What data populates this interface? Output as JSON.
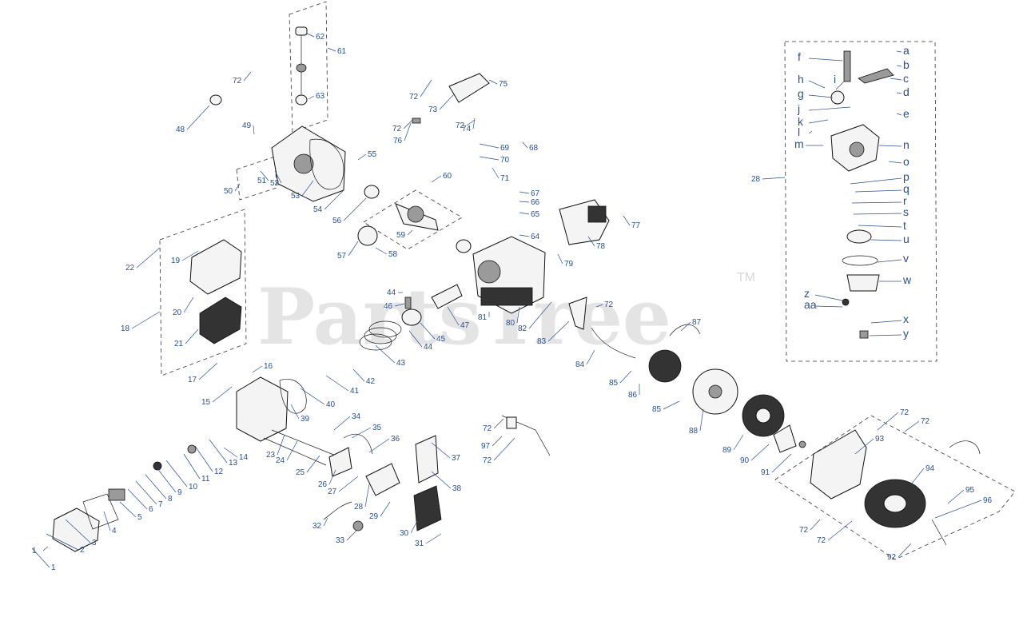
{
  "watermark": {
    "text": "PartsTree",
    "trademark": "TM"
  },
  "callouts": {
    "n1": "1",
    "n2": "2",
    "n3": "3",
    "n4": "4",
    "n5": "5",
    "n6": "6",
    "n7": "7",
    "n8": "8",
    "n9": "9",
    "n10": "10",
    "n11": "11",
    "n12": "12",
    "n13": "13",
    "n14": "14",
    "n15": "15",
    "n16": "16",
    "n17": "17",
    "n18": "18",
    "n19": "19",
    "n20": "20",
    "n21": "21",
    "n22": "22",
    "n23": "23",
    "n24": "24",
    "n25": "25",
    "n26": "26",
    "n27": "27",
    "n28": "28",
    "n29": "29",
    "n30": "30",
    "n31": "31",
    "n32": "32",
    "n33": "33",
    "n34": "34",
    "n35": "35",
    "n36": "36",
    "n37": "37",
    "n38": "38",
    "n39": "39",
    "n40": "40",
    "n41": "41",
    "n42": "42",
    "n43": "43",
    "n44": "44",
    "n45": "45",
    "n46": "46",
    "n47": "47",
    "n48": "48",
    "n49": "49",
    "n50": "50",
    "n51": "51",
    "n52": "52",
    "n53": "53",
    "n54": "54",
    "n55": "55",
    "n56": "56",
    "n57": "57",
    "n58": "58",
    "n59": "59",
    "n60": "60",
    "n61": "61",
    "n62": "62",
    "n63": "63",
    "n64": "64",
    "n65": "65",
    "n66": "66",
    "n67": "67",
    "n68": "68",
    "n69": "69",
    "n70": "70",
    "n71": "71",
    "n72": "72",
    "n73": "73",
    "n74": "74",
    "n75": "75",
    "n76": "76",
    "n77": "77",
    "n78": "78",
    "n79": "79",
    "n80": "80",
    "n81": "81",
    "n82": "82",
    "n83": "83",
    "n84": "84",
    "n85": "85",
    "n86": "86",
    "n87": "87",
    "n88": "88",
    "n89": "89",
    "n90": "90",
    "n91": "91",
    "n92": "92",
    "n93": "93",
    "n94": "94",
    "n95": "95",
    "n96": "96",
    "n97": "97"
  },
  "carburetor_letters": {
    "a": "a",
    "b": "b",
    "c": "c",
    "d": "d",
    "e": "e",
    "f": "f",
    "g": "g",
    "h": "h",
    "i": "i",
    "j": "j",
    "k": "k",
    "l": "l",
    "m": "m",
    "n": "n",
    "o": "o",
    "p": "p",
    "q": "q",
    "r": "r",
    "s": "s",
    "t": "t",
    "u": "u",
    "v": "v",
    "w": "w",
    "x": "x",
    "y": "y",
    "z": "z",
    "aa": "aa"
  }
}
